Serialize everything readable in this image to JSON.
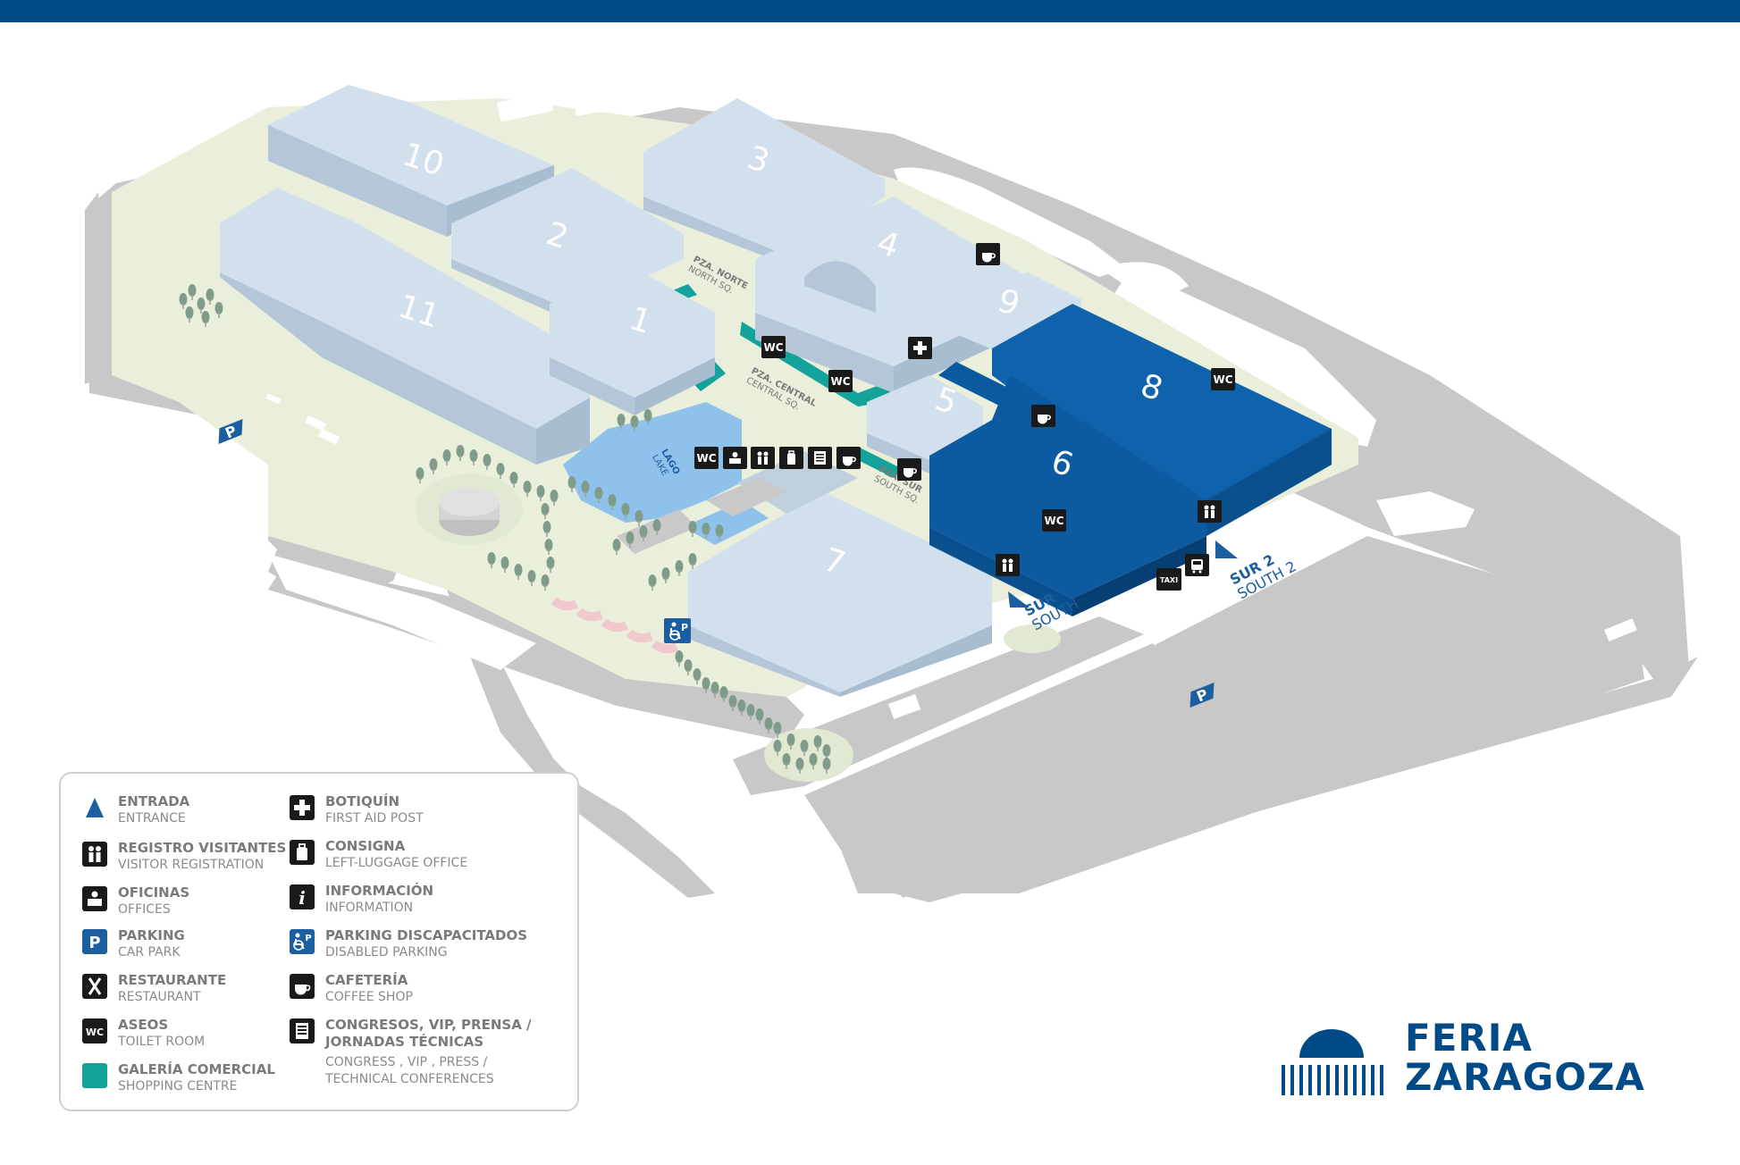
{
  "colors": {
    "topbar": "#004b87",
    "hall_light": "#c9d9e8",
    "hall_dark": "#0a5aa0",
    "road": "#c8c8c8",
    "ground": "#e9efdb",
    "lake": "#8ec2ea",
    "gallery": "#14a39a",
    "brand": "#004b87"
  },
  "halls": {
    "h1": "1",
    "h2": "2",
    "h3": "3",
    "h4": "4",
    "h5": "5",
    "h6": "6",
    "h7": "7",
    "h8": "8",
    "h9": "9",
    "h10": "10",
    "h11": "11"
  },
  "places": {
    "north_es": "PZA. NORTE",
    "north_en": "NORTH SQ.",
    "central_es": "PZA. CENTRAL",
    "central_en": "CENTRAL SQ.",
    "south_es": "PZA. SUR",
    "south_en": "SOUTH SQ.",
    "lake_es": "LAGO",
    "lake_en": "LAKE"
  },
  "entrances": {
    "south_es": "SUR",
    "south_en": "SOUTH",
    "south2_es": "SUR 2",
    "south2_en": "SOUTH 2"
  },
  "map_icons": {
    "wc": "WC",
    "taxi": "TAXI",
    "parking": "P"
  },
  "legend": {
    "entrance": {
      "es": "ENTRADA",
      "en": "ENTRANCE",
      "icon": "entrance-triangle-icon"
    },
    "registration": {
      "es": "REGISTRO VISITANTES",
      "en": "VISITOR REGISTRATION",
      "icon": "visitors-icon"
    },
    "offices": {
      "es": "OFICINAS",
      "en": "OFFICES",
      "icon": "office-icon"
    },
    "parking": {
      "es": "PARKING",
      "en": "CAR PARK",
      "icon": "parking-icon"
    },
    "restaurant": {
      "es": "RESTAURANTE",
      "en": "RESTAURANT",
      "icon": "restaurant-icon"
    },
    "toilets": {
      "es": "ASEOS",
      "en": "TOILET ROOM",
      "icon": "wc-icon"
    },
    "gallery": {
      "es": "GALERÍA COMERCIAL",
      "en": "SHOPPING CENTRE",
      "icon": "shopping-centre-icon"
    },
    "first_aid": {
      "es": "BOTIQUÍN",
      "en": "FIRST AID POST",
      "icon": "first-aid-icon"
    },
    "luggage": {
      "es": "CONSIGNA",
      "en": "LEFT-LUGGAGE OFFICE",
      "icon": "luggage-icon"
    },
    "info": {
      "es": "INFORMACIÓN",
      "en": "INFORMATION",
      "icon": "info-icon"
    },
    "disabled_parking": {
      "es": "PARKING DISCAPACITADOS",
      "en": "DISABLED PARKING",
      "icon": "disabled-parking-icon"
    },
    "coffee": {
      "es": "CAFETERÍA",
      "en": "COFFEE SHOP",
      "icon": "coffee-icon"
    },
    "congress": {
      "es1": "CONGRESOS, VIP, PRENSA /",
      "es2": "JORNADAS TÉCNICAS",
      "en1": "CONGRESS , VIP , PRESS /",
      "en2": "TECHNICAL CONFERENCES",
      "icon": "congress-icon"
    }
  },
  "logo": {
    "line1": "FERIA",
    "line2": "ZARAGOZA"
  }
}
